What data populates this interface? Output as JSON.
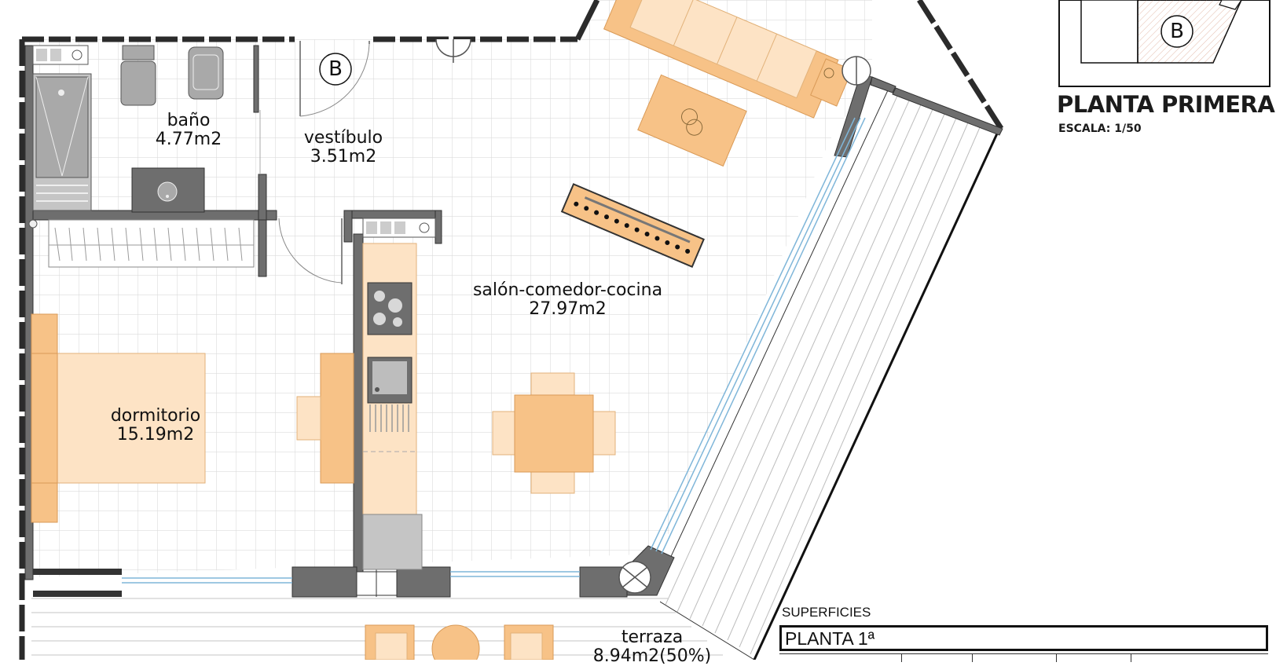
{
  "sheet": {
    "title": "PLANTA PRIMERA",
    "scale": "ESCALA: 1/50",
    "key_plan_marker": "B"
  },
  "door_marker": "B",
  "rooms": [
    {
      "id": "bano",
      "name": "baño",
      "area": "4.77m2"
    },
    {
      "id": "vestibulo",
      "name": "vestíbulo",
      "area": "3.51m2"
    },
    {
      "id": "salon",
      "name": "salón-comedor-cocina",
      "area": "27.97m2"
    },
    {
      "id": "dormitorio",
      "name": "dormitorio",
      "area": "15.19m2"
    },
    {
      "id": "terraza",
      "name": "terraza",
      "area": "8.94m2(50%)"
    }
  ],
  "surfaces": {
    "title": "SUPERFICIES",
    "floor": "PLANTA 1ª"
  },
  "colors": {
    "wall": "#6e6e6e",
    "furniture": "#f7c287",
    "furniture_light": "#fde3c5",
    "tile_grid": "#d9d9d9",
    "fixture": "#a9a9a9",
    "glazing": "#7fb6d9"
  }
}
